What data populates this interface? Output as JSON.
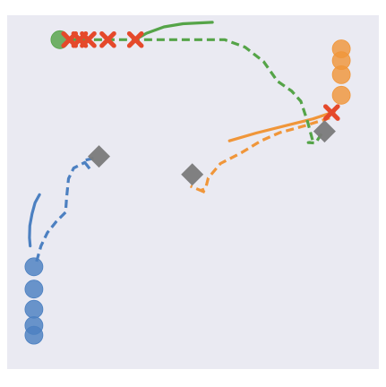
{
  "chart_data": {
    "type": "scatter",
    "title": "",
    "xlabel": "",
    "ylabel": "",
    "xlim": [
      0,
      100
    ],
    "ylim": [
      0,
      100
    ],
    "grid": false,
    "colors": {
      "background": "#eaeaf2",
      "blue": "#4c80c1",
      "orange": "#f0963a",
      "green": "#55a448",
      "cross": "#e5492b",
      "goal": "#7a7a7a"
    },
    "goals": [
      {
        "name": "goal-blue",
        "x": 24.7,
        "y": 60.1
      },
      {
        "name": "goal-orange",
        "x": 49.8,
        "y": 55.0
      },
      {
        "name": "goal-green",
        "x": 85.4,
        "y": 67.2
      }
    ],
    "series": [
      {
        "key": "blue",
        "color": "#4c80c1",
        "markers": [
          {
            "x": 7.2,
            "y": 28.9
          },
          {
            "x": 7.2,
            "y": 22.6
          },
          {
            "x": 7.2,
            "y": 16.9
          },
          {
            "x": 7.2,
            "y": 12.3
          },
          {
            "x": 7.2,
            "y": 9.6
          }
        ],
        "crosses": [],
        "solid_path": [
          {
            "x": 8.7,
            "y": 49.3
          },
          {
            "x": 7.5,
            "y": 47.0
          },
          {
            "x": 6.7,
            "y": 43.9
          },
          {
            "x": 6.1,
            "y": 40.5
          },
          {
            "x": 6.0,
            "y": 37.1
          },
          {
            "x": 6.2,
            "y": 34.8
          }
        ],
        "dashed_path": [
          {
            "x": 7.9,
            "y": 30.4
          },
          {
            "x": 9.1,
            "y": 34.8
          },
          {
            "x": 10.8,
            "y": 38.5
          },
          {
            "x": 13.3,
            "y": 41.8
          },
          {
            "x": 15.7,
            "y": 44.3
          },
          {
            "x": 16.0,
            "y": 48.5
          },
          {
            "x": 16.5,
            "y": 53.8
          },
          {
            "x": 17.9,
            "y": 56.8
          },
          {
            "x": 20.9,
            "y": 58.4
          },
          {
            "x": 22.3,
            "y": 56.5
          },
          {
            "x": 20.5,
            "y": 58.9
          },
          {
            "x": 24.0,
            "y": 59.8
          }
        ]
      },
      {
        "key": "orange",
        "color": "#f0963a",
        "markers": [
          {
            "x": 89.9,
            "y": 90.5
          },
          {
            "x": 89.9,
            "y": 87.2
          },
          {
            "x": 89.9,
            "y": 83.2
          },
          {
            "x": 89.9,
            "y": 77.4
          }
        ],
        "crosses": [],
        "solid_path": [
          {
            "x": 59.8,
            "y": 64.5
          },
          {
            "x": 67.0,
            "y": 66.7
          },
          {
            "x": 75.0,
            "y": 68.8
          },
          {
            "x": 82.3,
            "y": 70.7
          },
          {
            "x": 88.0,
            "y": 72.7
          }
        ],
        "dashed_path": [
          {
            "x": 86.8,
            "y": 71.0
          },
          {
            "x": 79.9,
            "y": 68.7
          },
          {
            "x": 73.3,
            "y": 66.8
          },
          {
            "x": 68.3,
            "y": 64.5
          },
          {
            "x": 63.1,
            "y": 61.2
          },
          {
            "x": 57.4,
            "y": 58.1
          },
          {
            "x": 54.1,
            "y": 54.0
          },
          {
            "x": 53.4,
            "y": 51.0
          },
          {
            "x": 52.1,
            "y": 50.5
          },
          {
            "x": 53.6,
            "y": 49.8
          },
          {
            "x": 49.3,
            "y": 51.7
          }
        ]
      },
      {
        "key": "green",
        "color": "#55a448",
        "markers": [
          {
            "x": 14.2,
            "y": 93.1
          }
        ],
        "crosses": [
          {
            "x": 16.8,
            "y": 93.1
          },
          {
            "x": 19.5,
            "y": 93.1
          },
          {
            "x": 21.8,
            "y": 93.1
          },
          {
            "x": 27.1,
            "y": 93.1
          },
          {
            "x": 34.5,
            "y": 93.1
          },
          {
            "x": 87.3,
            "y": 72.5
          }
        ],
        "solid_path": [
          {
            "x": 34.5,
            "y": 93.1
          },
          {
            "x": 37.5,
            "y": 94.9
          },
          {
            "x": 42.2,
            "y": 96.7
          },
          {
            "x": 47.3,
            "y": 97.6
          },
          {
            "x": 55.2,
            "y": 98.0
          }
        ],
        "dashed_path": [
          {
            "x": 16.6,
            "y": 93.1
          },
          {
            "x": 34.0,
            "y": 93.1
          },
          {
            "x": 48.0,
            "y": 93.1
          },
          {
            "x": 58.5,
            "y": 93.1
          },
          {
            "x": 64.0,
            "y": 91.0
          },
          {
            "x": 69.0,
            "y": 86.9
          },
          {
            "x": 72.7,
            "y": 81.4
          },
          {
            "x": 76.5,
            "y": 78.6
          },
          {
            "x": 79.0,
            "y": 75.7
          },
          {
            "x": 80.9,
            "y": 69.7
          },
          {
            "x": 82.3,
            "y": 64.2
          },
          {
            "x": 81.0,
            "y": 64.0
          },
          {
            "x": 83.0,
            "y": 63.9
          },
          {
            "x": 85.0,
            "y": 67.2
          }
        ]
      }
    ]
  }
}
